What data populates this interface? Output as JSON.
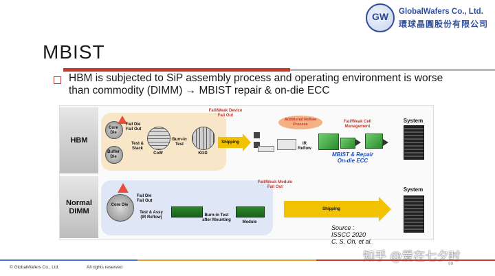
{
  "logo": {
    "mark": "GW",
    "company_en": "GlobalWafers Co., Ltd.",
    "company_zh": "環球晶圓股份有限公司"
  },
  "slide": {
    "title": "MBIST",
    "bullet": "HBM is subjected to SiP assembly process and operating environment is worse than commodity (DIMM) → MBIST repair & on-die ECC"
  },
  "diagram": {
    "hbm": {
      "row_label": "HBM",
      "core_die": "Core Die",
      "buffer_die": "Buffer Die",
      "fail_die": "Fail Die",
      "fail_out": "Fail Out",
      "test_stack": "Test & Stack",
      "cow": "CoW",
      "burn_in": "Burn-in Test",
      "fail_weak_device": "Fail/Weak Device",
      "fail_out_2": "Fail Out",
      "kgd": "KGD",
      "shipping": "Shipping",
      "additional_reflow": "Additional Reflow Process",
      "ir_reflow": "IR Reflow",
      "fail_weak_cell": "Fail/Weak Cell",
      "management": "Management",
      "mbist_repair": "MBIST & Repair",
      "on_die_ecc": "On-die ECC",
      "system": "System"
    },
    "dimm": {
      "row_label": "Normal DIMM",
      "core_die": "Core Die",
      "fail_die": "Fail Die",
      "fail_out": "Fail Out",
      "test_assy": "Test & Assy",
      "ir_reflow": "(IR Reflow)",
      "burn_in": "Burn-in Test after Mounting",
      "fail_weak_module": "Fail/Weak Module",
      "fail_out_2": "Fail Out",
      "module": "Module",
      "shipping": "Shipping",
      "system": "System"
    },
    "source": {
      "line1": "Source :",
      "line2": "ISSCC 2020",
      "line3": "C. S. Oh, et al."
    }
  },
  "footer": {
    "copyright": "© GlobalWafers Co., Ltd.",
    "rights": "All rights reserved",
    "page": "99"
  },
  "watermark": "知乎 @爱在七夕时",
  "colors": {
    "accent_red": "#c43b2b",
    "brand_blue": "#2e4f9c",
    "arrow_yellow": "#f2c200",
    "ecc_blue": "#1f4fbf"
  }
}
